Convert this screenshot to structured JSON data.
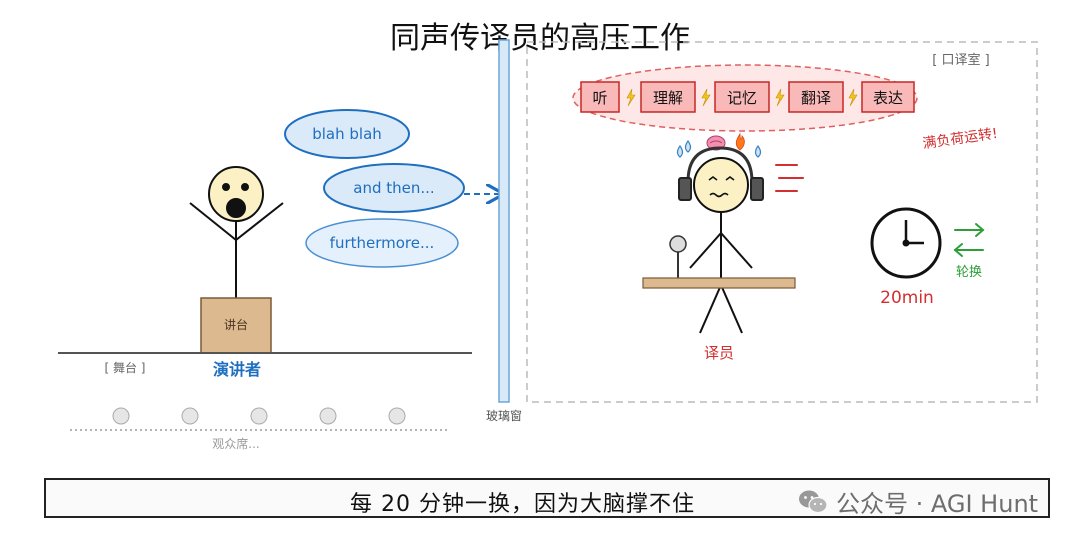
{
  "title": "同声传译员的高压工作",
  "left": {
    "speech_bubbles": [
      "blah blah",
      "and then...",
      "furthermore..."
    ],
    "podium_label": "讲台",
    "stage_label": "[ 舞台 ]",
    "speaker_label": "演讲者",
    "audience_label": "观众席..."
  },
  "glass_label": "玻璃窗",
  "booth": {
    "label": "[ 口译室 ]",
    "steps": [
      "听",
      "理解",
      "记忆",
      "翻译",
      "表达"
    ],
    "overload_note": "满负荷运转!",
    "interpreter_label": "译员",
    "timer_label": "20min",
    "rotation_label": "轮换"
  },
  "caption": "每 20 分钟一换，因为大脑撑不住",
  "watermark": "公众号 · AGI Hunt",
  "colors": {
    "blue": "#1f6fc0",
    "red": "#d32f2f",
    "green": "#2e9e3a",
    "podium": "#ddb98f"
  }
}
